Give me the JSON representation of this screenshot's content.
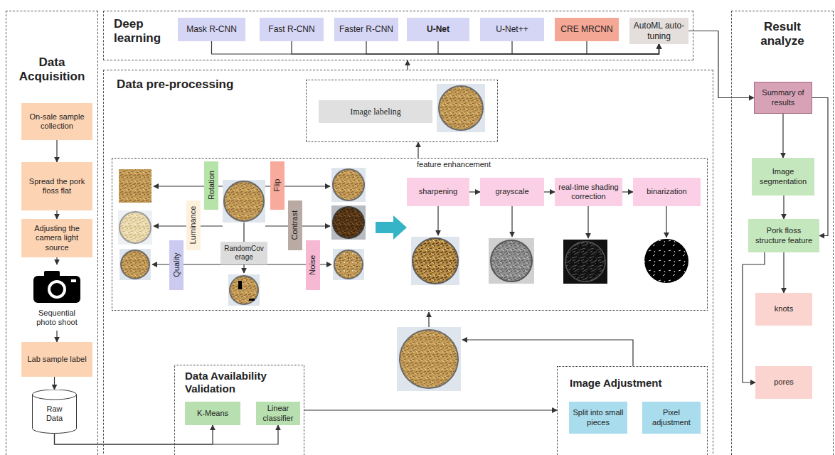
{
  "diagram": {
    "nodes": [
      {
        "text": [
          "Data Acquisition"
        ]
      },
      {
        "text": [
          "On-sale sample collection"
        ],
        "in": 0
      },
      {
        "text": [
          "Spread the pork floss flat"
        ],
        "in": 0
      },
      {
        "text": [
          "Adjusting the camera light source"
        ],
        "in": 0
      },
      {
        "text": [
          "Sequential photo shoot"
        ],
        "in": 0
      },
      {
        "text": [
          "Lab sample label"
        ],
        "in": 0
      },
      {
        "text": [
          "Raw Data"
        ],
        "in": 0
      },
      {
        "text": [
          "Deep learning"
        ]
      },
      {
        "text": [
          "Mask R-CNN"
        ],
        "in": 7
      },
      {
        "text": [
          "Fast R-CNN"
        ],
        "in": 7
      },
      {
        "text": [
          "Faster R-CNN"
        ],
        "in": 7
      },
      {
        "text": [
          "U-Net"
        ],
        "in": 7
      },
      {
        "text": [
          "U-Net++"
        ],
        "in": 7
      },
      {
        "text": [
          "CRE MRCNN"
        ],
        "in": 7
      },
      {
        "text": [
          "AutoML auto-tuning"
        ],
        "in": 7
      },
      {
        "text": [
          "Data pre-processing"
        ]
      },
      {
        "text": [
          "Image labeling"
        ],
        "in": 15
      },
      {
        "text": [
          "feature enhancement"
        ],
        "in": 15
      },
      {
        "text": [
          "Rotation"
        ],
        "in": 17
      },
      {
        "text": [
          "Flip"
        ],
        "in": 17
      },
      {
        "text": [
          "Luminance"
        ],
        "in": 17
      },
      {
        "text": [
          "Contrast"
        ],
        "in": 17
      },
      {
        "text": [
          "RandomCoverage"
        ],
        "in": 17
      },
      {
        "text": [
          "Quality"
        ],
        "in": 17
      },
      {
        "text": [
          "Noise"
        ],
        "in": 17
      },
      {
        "text": [
          "sharpening"
        ],
        "in": 17
      },
      {
        "text": [
          "grayscale"
        ],
        "in": 17
      },
      {
        "text": [
          "real-time shading correction"
        ],
        "in": 17
      },
      {
        "text": [
          "binarization"
        ],
        "in": 17
      },
      {
        "text": [
          "Data Availability Validation"
        ],
        "in": 15
      },
      {
        "text": [
          "K-Means"
        ],
        "in": 29
      },
      {
        "text": [
          "Linear classifier"
        ],
        "in": 29
      },
      {
        "text": [
          "Image Adjustment"
        ],
        "in": 15
      },
      {
        "text": [
          "Split into small pieces"
        ],
        "in": 32
      },
      {
        "text": [
          "Pixel adjustment"
        ],
        "in": 32
      },
      {
        "text": [
          "Result analyze"
        ]
      },
      {
        "text": [
          "Summary of results"
        ],
        "in": 35
      },
      {
        "text": [
          "Image segmentation"
        ],
        "in": 35
      },
      {
        "text": [
          "Pork floss structure feature"
        ],
        "in": 35
      },
      {
        "text": [
          "knots"
        ],
        "in": 35
      },
      {
        "text": [
          "pores"
        ],
        "in": 35
      }
    ],
    "edges": [
      {
        "from": 1,
        "to": 2,
        "arrow": "to"
      },
      {
        "from": 2,
        "to": 3,
        "arrow": "to"
      },
      {
        "from": 3,
        "to": 4,
        "arrow": "to"
      },
      {
        "from": 4,
        "to": 5,
        "arrow": "to"
      },
      {
        "from": 5,
        "to": 6,
        "arrow": "to"
      },
      {
        "from": 6,
        "to": 30,
        "arrow": "to"
      },
      {
        "from": 6,
        "to": 31,
        "arrow": "to"
      },
      {
        "from": 29,
        "to": 32,
        "arrow": "to"
      },
      {
        "from": 17,
        "to": 16,
        "arrow": "to"
      },
      {
        "from": 15,
        "to": 7,
        "arrow": "to"
      },
      {
        "from": 8,
        "to": 14,
        "arrow": "to"
      },
      {
        "from": 9,
        "to": 14,
        "arrow": "to"
      },
      {
        "from": 10,
        "to": 14,
        "arrow": "to"
      },
      {
        "from": 11,
        "to": 14,
        "arrow": "to"
      },
      {
        "from": 12,
        "to": 14,
        "arrow": "to"
      },
      {
        "from": 13,
        "to": 14,
        "arrow": "to"
      },
      {
        "from": 14,
        "to": 36,
        "arrow": "to"
      },
      {
        "from": 25,
        "to": 26,
        "arrow": "to"
      },
      {
        "from": 26,
        "to": 27,
        "arrow": "to"
      },
      {
        "from": 27,
        "to": 28,
        "arrow": "to"
      },
      {
        "from": 36,
        "to": 37,
        "arrow": "to"
      },
      {
        "from": 37,
        "to": 38,
        "arrow": "to"
      },
      {
        "from": 36,
        "to": 38,
        "arrow": "to"
      },
      {
        "from": 38,
        "to": 39,
        "arrow": "to"
      },
      {
        "from": 38,
        "to": 40,
        "arrow": "to"
      }
    ]
  }
}
